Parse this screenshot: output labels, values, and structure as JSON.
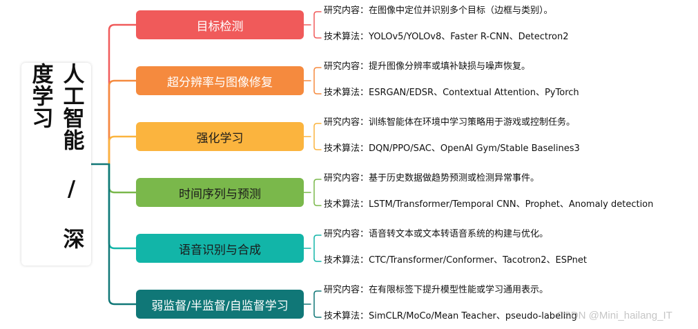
{
  "root": {
    "title": "人工智能 / 深度学习"
  },
  "topics": [
    {
      "title": "目标检测",
      "color": "#f05a5a",
      "research_label": "研究内容：",
      "research": "在图像中定位并识别多个目标（边框与类别）。",
      "algo_label": "技术算法：",
      "algo": "YOLOv5/YOLOv8、Faster R-CNN、Detectron2"
    },
    {
      "title": "超分辨率与图像修复",
      "color": "#f58a3e",
      "research_label": "研究内容：",
      "research": "提升图像分辨率或填补缺损与噪声恢复。",
      "algo_label": "技术算法：",
      "algo": "ESRGAN/EDSR、Contextual Attention、PyTorch"
    },
    {
      "title": "强化学习",
      "color": "#fbb43e",
      "research_label": "研究内容：",
      "research": "训练智能体在环境中学习策略用于游戏或控制任务。",
      "algo_label": "技术算法：",
      "algo": "DQN/PPO/SAC、OpenAI Gym/Stable Baselines3"
    },
    {
      "title": "时间序列与预测",
      "color": "#7ab84b",
      "research_label": "研究内容：",
      "research": "基于历史数据做趋势预测或检测异常事件。",
      "algo_label": "技术算法：",
      "algo": "LSTM/Transformer/Temporal CNN、Prophet、Anomaly detection"
    },
    {
      "title": "语音识别与合成",
      "color": "#12b5a8",
      "research_label": "研究内容：",
      "research": "语音转文本或文本转语音系统的构建与优化。",
      "algo_label": "技术算法：",
      "algo": "CTC/Transformer/Conformer、Tacotron2、ESPnet"
    },
    {
      "title": "弱监督/半监督/自监督学习",
      "color": "#107777",
      "research_label": "研究内容：",
      "research": "在有限标签下提升模型性能或学习通用表示。",
      "algo_label": "技术算法：",
      "algo": "SimCLR/MoCo/Mean Teacher、pseudo-labeling"
    }
  ],
  "watermark": "CSDN @Mini_hailang_IT"
}
